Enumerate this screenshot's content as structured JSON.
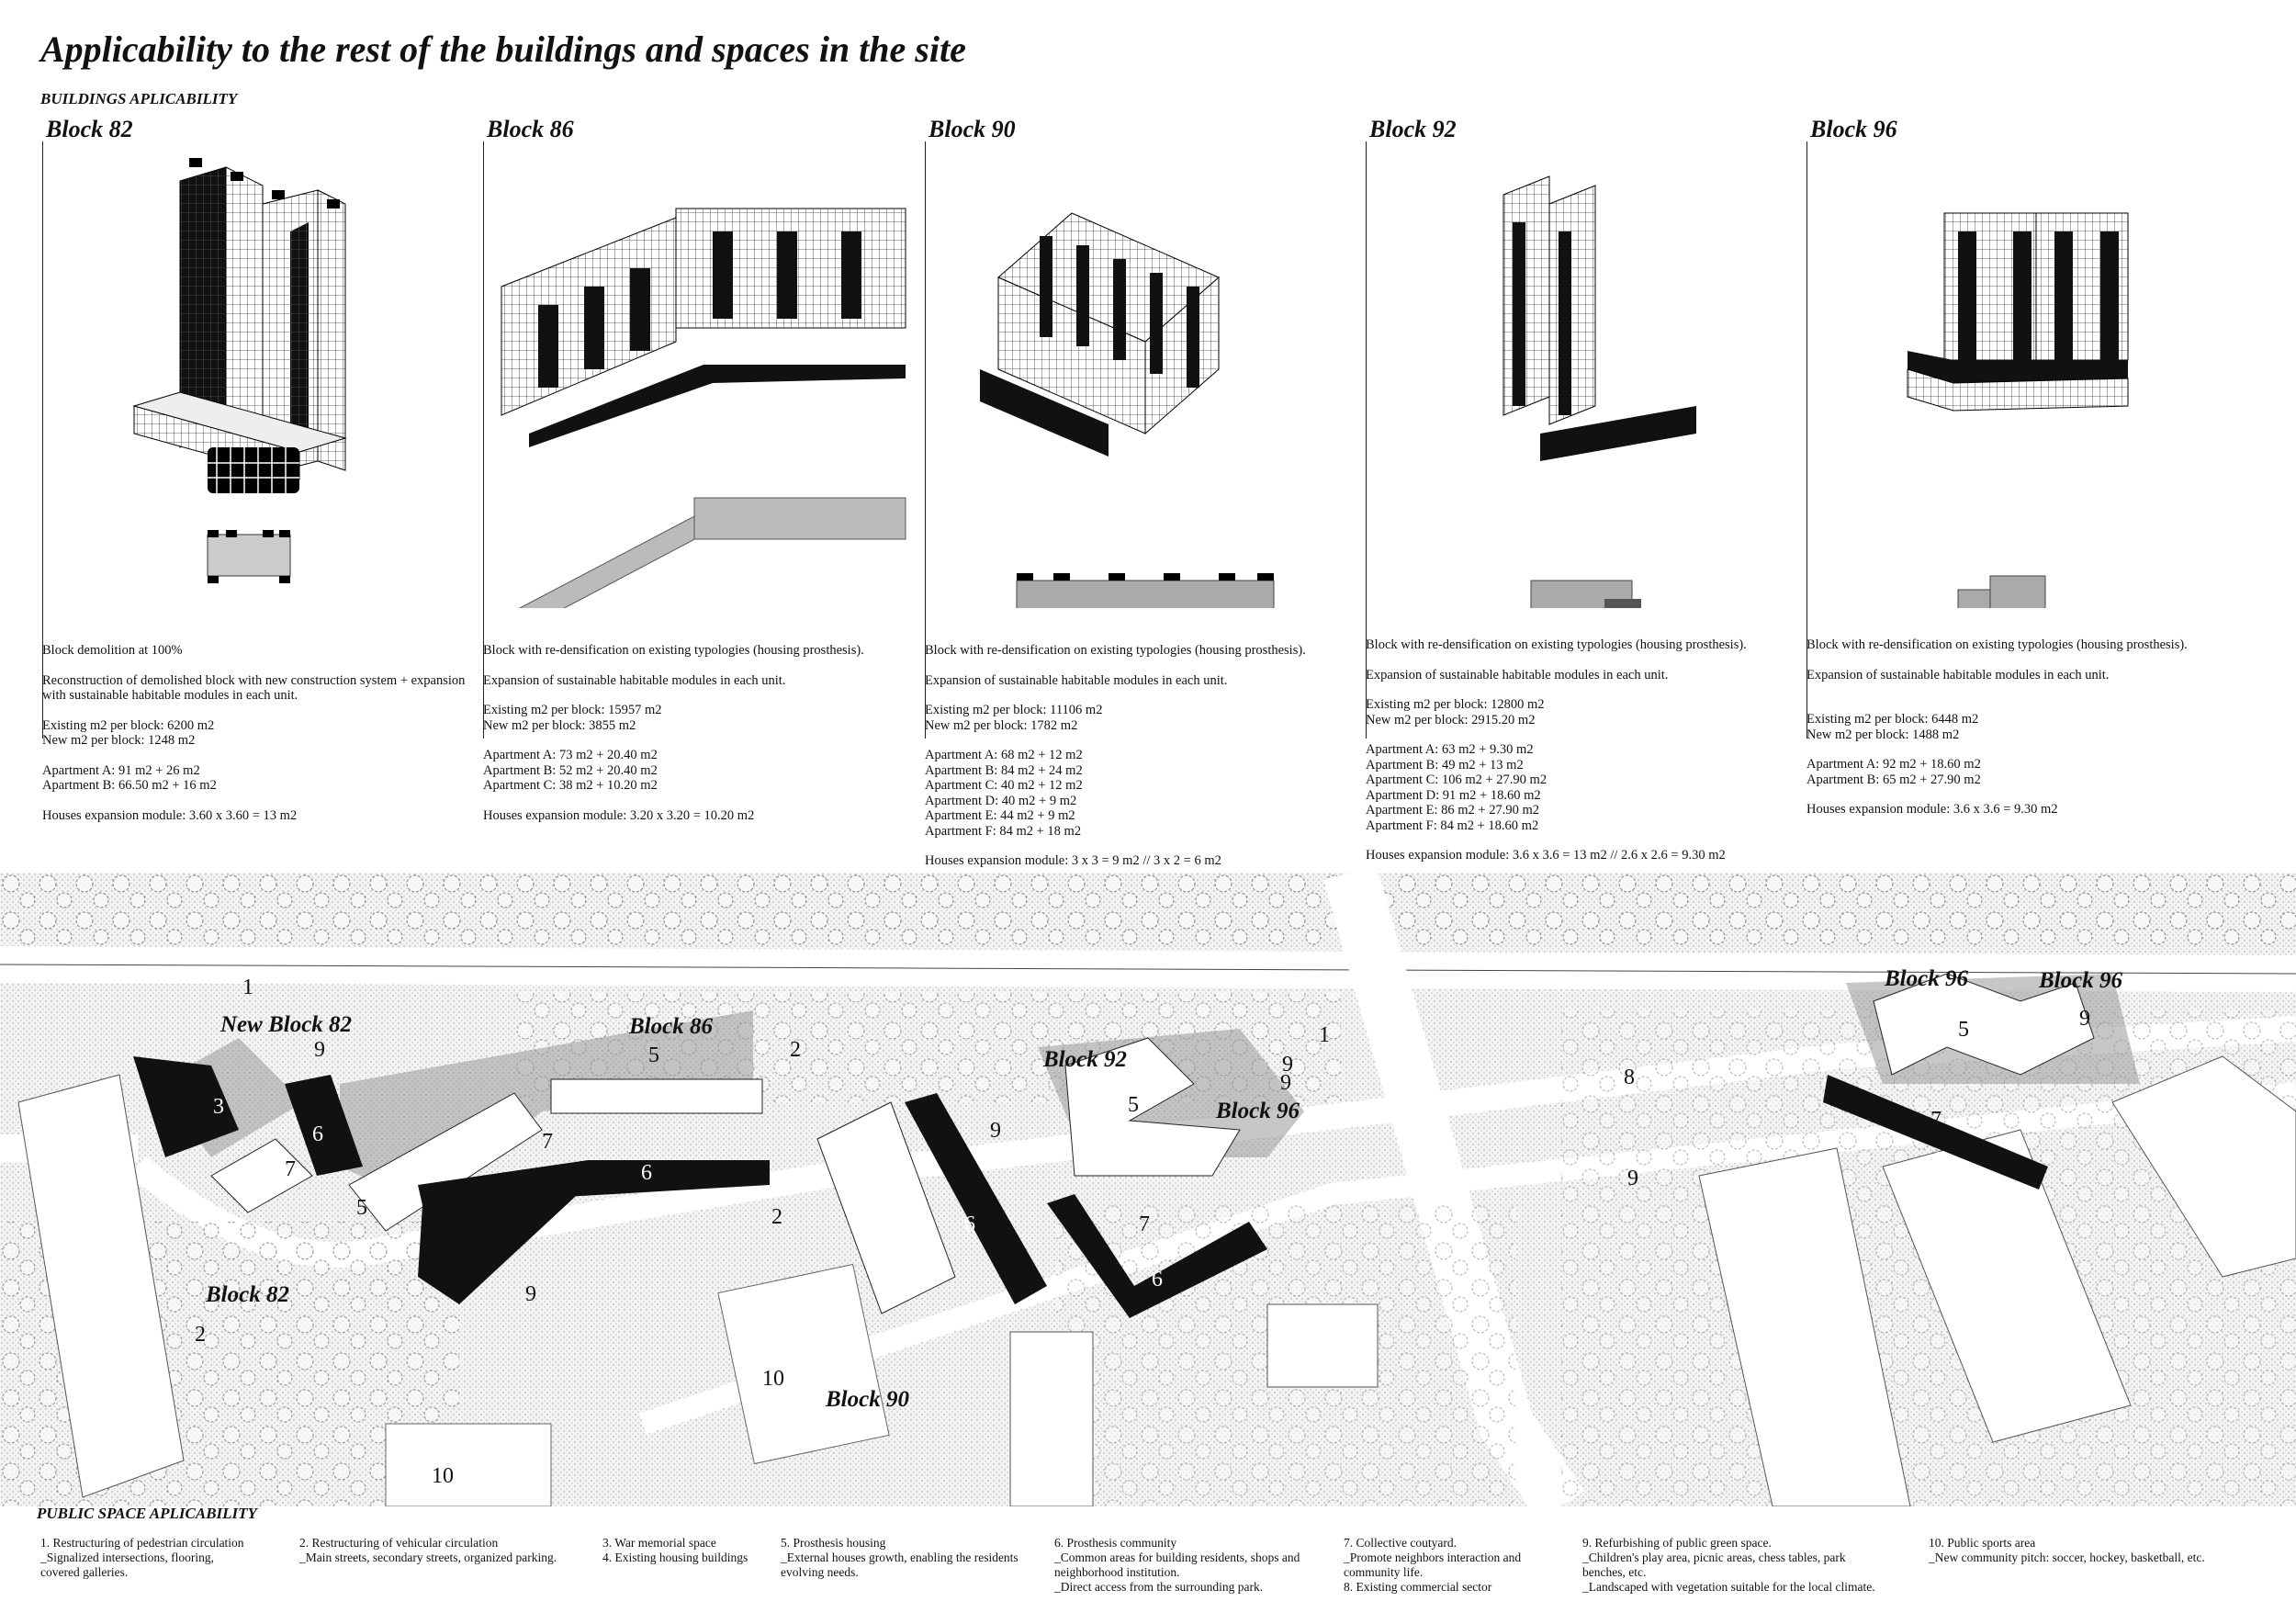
{
  "title": "Applicability to the rest of the buildings and spaces in the site",
  "subtitle": "BUILDINGS APLICABILITY",
  "blocks": [
    {
      "name": "Block 82",
      "lines": [
        "Block demolition at 100%",
        "Reconstruction of demolished block with new construction system + expansion with sustainable habitable modules in each unit.",
        "Existing m2 per block: 6200 m2\nNew m2 per block: 1248 m2",
        "Apartment A: 91 m2 + 26 m2\nApartment B: 66.50 m2 + 16 m2",
        "Houses expansion module: 3.60 x 3.60 = 13 m2"
      ]
    },
    {
      "name": "Block 86",
      "lines": [
        "Block with re-densification on existing typologies (housing prosthesis).",
        "Expansion of sustainable habitable modules in each unit.",
        "Existing m2 per block: 15957 m2\nNew m2 per block: 3855 m2",
        "Apartment A: 73 m2 + 20.40 m2\nApartment B: 52 m2 + 20.40 m2\nApartment C: 38 m2 + 10.20 m2",
        "Houses expansion module: 3.20 x 3.20 = 10.20 m2"
      ]
    },
    {
      "name": "Block 90",
      "lines": [
        "Block with re-densification on existing typologies (housing prosthesis).",
        "Expansion of sustainable habitable modules in each unit.",
        "Existing m2 per block:  11106 m2\nNew m2 per block: 1782 m2",
        "Apartment A:  68 m2 + 12 m2\nApartment B:  84 m2 +  24 m2\nApartment C:  40 m2 + 12 m2\nApartment D:  40 m2 + 9 m2\nApartment E:  44 m2 + 9 m2\nApartment F:  84 m2 + 18 m2",
        "Houses expansion module:  3 x 3 = 9 m2 // 3 x 2 = 6 m2"
      ]
    },
    {
      "name": "Block 92",
      "lines": [
        "Block with re-densification on existing typologies (housing prosthesis).",
        "Expansion of sustainable habitable modules in each unit.",
        "Existing m2 per block: 12800 m2\nNew m2 per block:  2915.20 m2",
        "Apartment A:  63 m2 + 9.30 m2\nApartment B:  49 m2 + 13 m2\nApartment C:  106 m2 + 27.90 m2\nApartment D: 91 m2 + 18.60 m2\nApartment E: 86 m2 + 27.90 m2\nApartment F: 84 m2 + 18.60  m2",
        "Houses expansion module: 3.6 x 3.6 = 13 m2 // 2.6 x 2.6 = 9.30 m2"
      ]
    },
    {
      "name": "Block 96",
      "lines": [
        "Block with re-densification on existing typologies (housing prosthesis).",
        "Expansion of sustainable habitable modules in each unit.",
        "Existing m2 per block:  6448 m2\nNew m2 per block: 1488 m2",
        "Apartment A:  92 m2 + 18.60 m2\nApartment B:  65 m2 + 27.90 m2",
        "Houses expansion module: 3.6 x 3.6 = 9.30 m2"
      ]
    }
  ],
  "map": {
    "labels": [
      "New Block 82",
      "Block 86",
      "Block 92",
      "Block 96",
      "Block 96",
      "Block 96",
      "Block 82",
      "Block 90"
    ],
    "numbers": [
      "1",
      "1",
      "2",
      "2",
      "2",
      "3",
      "5",
      "5",
      "5",
      "5",
      "6",
      "6",
      "6",
      "6",
      "6",
      "7",
      "7",
      "7",
      "7",
      "8",
      "9",
      "9",
      "9",
      "9",
      "9",
      "9",
      "9",
      "10",
      "10"
    ]
  },
  "public_title": "PUBLIC SPACE APLICABILITY",
  "legend": [
    "1. Restructuring of pedestrian circulation\n_Signalized intersections, flooring,\ncovered galleries.",
    "2. Restructuring of vehicular circulation\n_Main streets, secondary streets, organized parking.",
    "3. War memorial space\n4. Existing housing buildings",
    "5. Prosthesis housing\n_External houses growth, enabling the residents\nevolving needs.",
    "6. Prosthesis community\n_Common areas for building residents, shops and\nneighborhood institution.\n_Direct access from the surrounding park.",
    "7. Collective coutyard.\n_Promote neighbors interaction and\ncommunity life.\n8. Existing commercial sector",
    "9. Refurbishing of public green space.\n_Children's play area, picnic areas, chess tables, park\nbenches, etc.\n_Landscaped with vegetation suitable for the local climate.",
    "10. Public sports area\n_New community pitch: soccer, hockey, basketball, etc."
  ]
}
